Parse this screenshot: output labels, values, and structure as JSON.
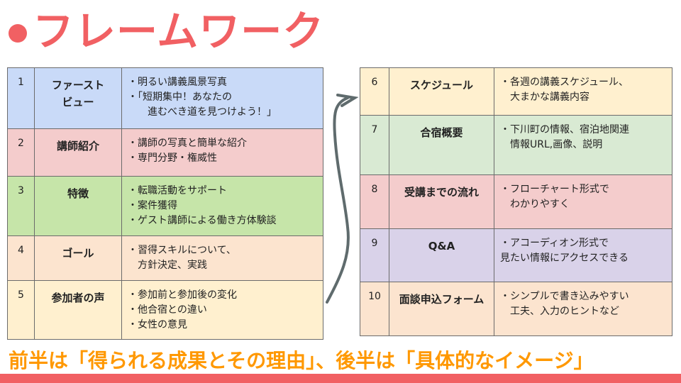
{
  "slide": {
    "title": "フレームワーク",
    "title_bullet_icon": "bullet-dot-icon",
    "accent_color": "#f16063",
    "footer_text": "前半は「得られる成果とその理由」、後半は「具体的なイメージ」",
    "footer_color": "#ff9800",
    "arrow_icon": "curved-arrow-icon"
  },
  "left_table": {
    "rows": [
      {
        "num": "1",
        "name": "ファースト\nビュー",
        "desc": "・明るい講義風景写真\n・「短期集中！あなたの\n　　進むべき道を見つけよう！」",
        "bg": "#c9daf8"
      },
      {
        "num": "2",
        "name": "講師紹介",
        "desc": "・講師の写真と簡単な紹介\n・専門分野・権威性",
        "bg": "#f4cccc"
      },
      {
        "num": "3",
        "name": "特徴",
        "desc": "・転職活動をサポート\n・案件獲得\n・ゲスト講師による働き方体験談",
        "bg": "#c6e5a9"
      },
      {
        "num": "4",
        "name": "ゴール",
        "desc": "・習得スキルについて、\n　方針決定、実践",
        "bg": "#fce4cf"
      },
      {
        "num": "5",
        "name": "参加者の声",
        "desc": "・参加前と参加後の変化\n・他合宿との違い\n・女性の意見",
        "bg": "#fff0cf"
      }
    ]
  },
  "right_table": {
    "rows": [
      {
        "num": "6",
        "name": "スケジュール",
        "desc": "・各週の講義スケジュール、\n　大まかな講義内容",
        "bg": "#fff0cf"
      },
      {
        "num": "7",
        "name": "合宿概要",
        "desc": "・下川町の情報、宿泊地関連\n　情報URL,画像、説明",
        "bg": "#d9ead3"
      },
      {
        "num": "8",
        "name": "受講までの流れ",
        "desc": "・フローチャート形式で\n　わかりやすく",
        "bg": "#f4cccc"
      },
      {
        "num": "9",
        "name": "Q&A",
        "desc": "・アコーディオン形式で\n見たい情報にアクセスできる",
        "bg": "#d9d2e9"
      },
      {
        "num": "10",
        "name": "面談申込フォーム",
        "desc": "・シンプルで書き込みやすい\n　工夫、入力のヒントなど",
        "bg": "#fce4cf"
      }
    ]
  }
}
